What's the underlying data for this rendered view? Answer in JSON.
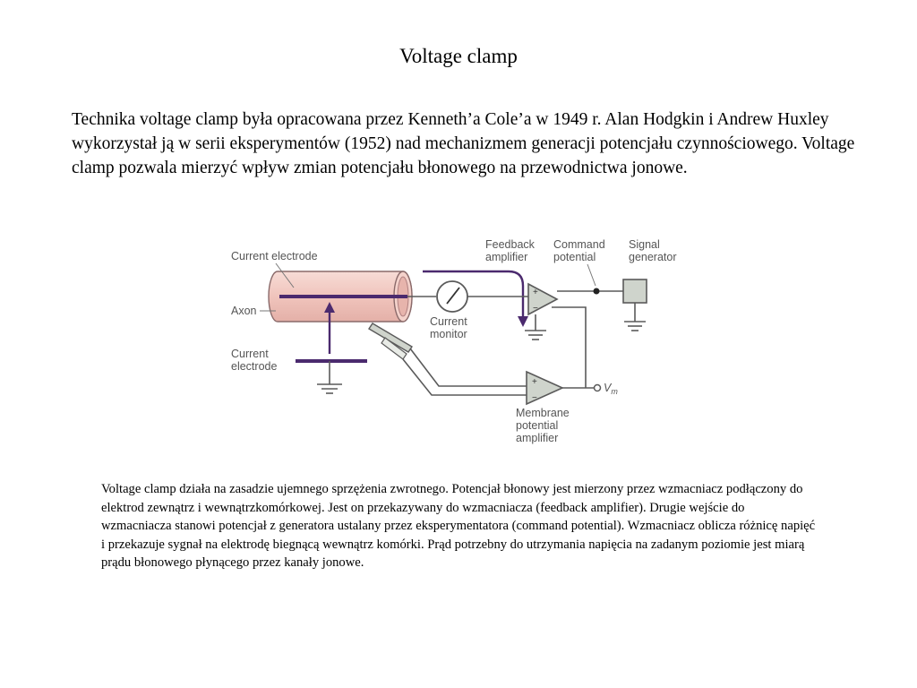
{
  "title": "Voltage clamp",
  "intro": "Technika voltage clamp była opracowana przez Kenneth’a Cole’a w 1949 r. Alan Hodgkin i Andrew Huxley wykorzystał ją w serii eksperymentów (1952) nad mechanizmem generacji potencjału czynnościowego. Voltage clamp pozwala mierzyć wpływ zmian potencjału błonowego na przewodnictwa jonowe.",
  "diagram": {
    "labels": {
      "current_electrode_top": "Current electrode",
      "axon": "Axon",
      "current_electrode_bottom": [
        "Current",
        "electrode"
      ],
      "feedback_amplifier": [
        "Feedback",
        "amplifier"
      ],
      "command_potential": [
        "Command",
        "potential"
      ],
      "signal_generator": [
        "Signal",
        "generator"
      ],
      "current_monitor": [
        "Current",
        "monitor"
      ],
      "membrane_potential_amplifier": [
        "Membrane",
        "potential",
        "amplifier"
      ],
      "vm": "V",
      "vm_sub": "m",
      "plus": "+",
      "minus": "−"
    },
    "colors": {
      "electrode": "#4b2a6e",
      "axon_fill": "#f0c8c0",
      "axon_stroke": "#8a6a6a",
      "wire": "#5a5a5a",
      "amp_fill": "#cfd4cc"
    }
  },
  "caption": "Voltage clamp działa na zasadzie ujemnego sprzężenia zwrotnego. Potencjał błonowy jest mierzony przez wzmacniacz podłączony do elektrod zewnątrz i wewnątrzkomórkowej. Jest on przekazywany do wzmacniacza (feedback amplifier). Drugie wejście do wzmacniacza stanowi potencjał z generatora ustalany przez eksperymentatora (command potential). Wzmacniacz oblicza różnicę napięć i przekazuje sygnał na elektrodę biegnącą wewnątrz komórki. Prąd potrzebny do utrzymania napięcia na zadanym poziomie jest miarą prądu błonowego płynącego przez kanały jonowe."
}
